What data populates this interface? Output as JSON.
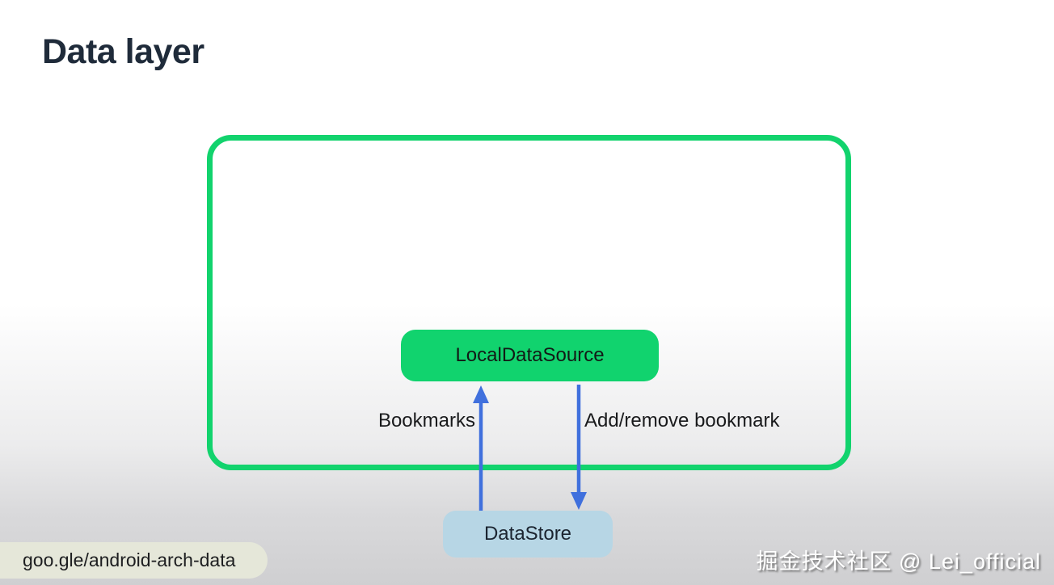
{
  "slide": {
    "title": "Data layer",
    "footer_link": "goo.gle/android-arch-data",
    "watermark": "掘金技术社区 @ Lei_official"
  },
  "diagram": {
    "container": {
      "description": "data-layer-boundary-box",
      "border_color": "#12d36d"
    },
    "nodes": {
      "local_data_source": {
        "label": "LocalDataSource",
        "fill": "#11d36e"
      },
      "data_store": {
        "label": "DataStore",
        "fill": "#b7d6e5"
      }
    },
    "edges": {
      "read": {
        "label": "Bookmarks",
        "from": "DataStore",
        "to": "LocalDataSource",
        "direction": "up"
      },
      "write": {
        "label": "Add/remove bookmark",
        "from": "LocalDataSource",
        "to": "DataStore",
        "direction": "down"
      }
    },
    "colors": {
      "container_border": "#12d36d",
      "arrow": "#4070dd",
      "node_green": "#11d36e",
      "node_blue": "#b7d6e5"
    }
  }
}
